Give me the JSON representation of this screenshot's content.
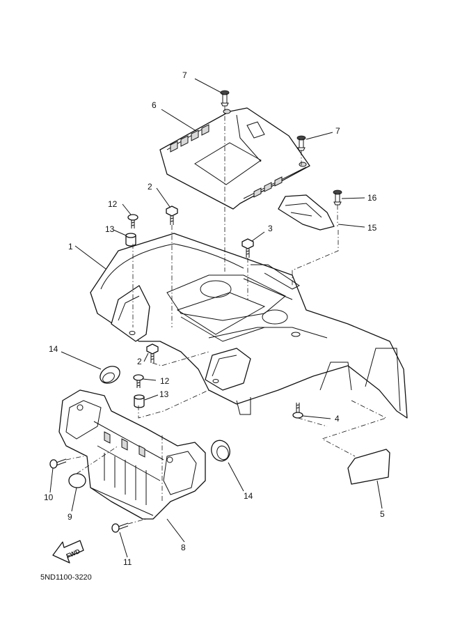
{
  "callouts": {
    "c1": "1",
    "c2a": "2",
    "c2b": "2",
    "c3": "3",
    "c4": "4",
    "c5": "5",
    "c6": "6",
    "c7a": "7",
    "c7b": "7",
    "c8": "8",
    "c9": "9",
    "c10": "10",
    "c11": "11",
    "c12a": "12",
    "c12b": "12",
    "c13a": "13",
    "c13b": "13",
    "c14a": "14",
    "c14b": "14",
    "c15": "15",
    "c16": "16"
  },
  "fwd_label": "FWD",
  "diagram_code": "5ND1100-3220"
}
